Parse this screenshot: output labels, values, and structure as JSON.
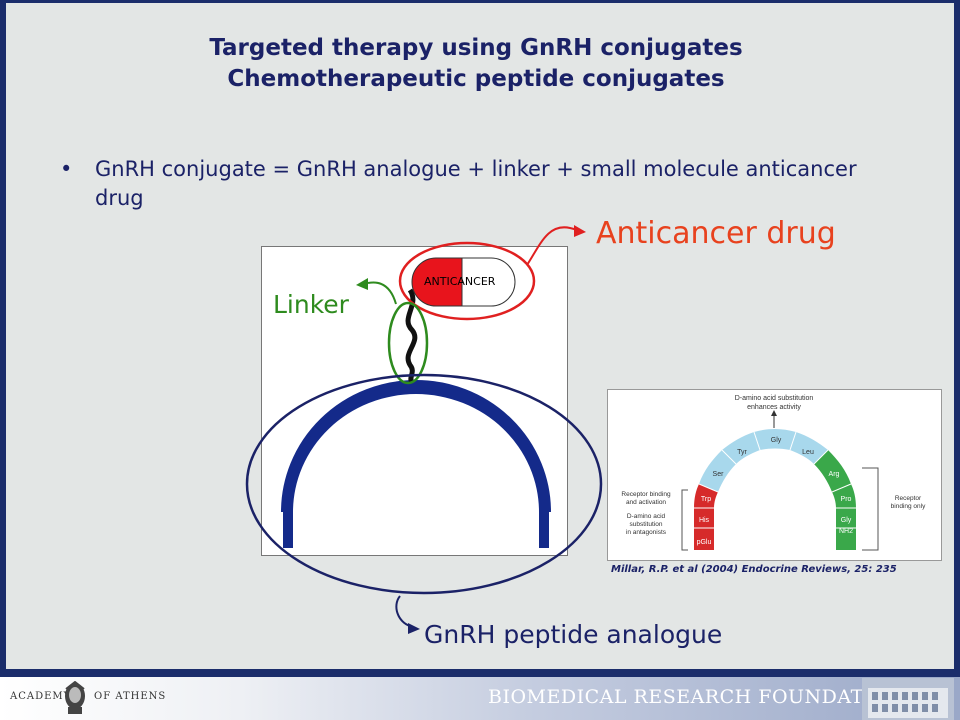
{
  "slide": {
    "title_line1": "Targeted therapy using GnRH conjugates",
    "title_line2": "Chemotherapeutic peptide conjugates",
    "bullet_marker": "•",
    "bullet_text": "GnRH conjugate = GnRH analogue + linker + small molecule anticancer drug"
  },
  "diagram": {
    "anticancer_label": "Anticancer drug",
    "linker_label": "Linker",
    "gnrh_label": "GnRH peptide analogue",
    "capsule_text": "ANTICANCER",
    "colors": {
      "drug": "#e8421e",
      "linker": "#2e8b1e",
      "peptide": "#1b2267",
      "capsule_red": "#e8141c",
      "arch": "#142a8a"
    }
  },
  "inset": {
    "top_note_line1": "D-amino acid substitution",
    "top_note_line2": "enhances activity",
    "residues": [
      "pGlu",
      "His",
      "Trp",
      "Ser",
      "Tyr",
      "Gly",
      "Leu",
      "Arg",
      "Pro",
      "Gly"
    ],
    "last_residue_sub": "NH2",
    "left_note_line1": "Receptor binding",
    "left_note_line2": "and activation",
    "left_note_line3": "D-amino acid",
    "left_note_line4": "substitution",
    "left_note_line5": "in antagonists",
    "right_note_line1": "Receptor",
    "right_note_line2": "binding only",
    "citation": "Millar, R.P. et al (2004) Endocrine Reviews, 25: 235"
  },
  "footer": {
    "academy": "ACADEMY",
    "athens": "OF ATHENS",
    "foundation": "BIOMEDICAL RESEARCH FOUNDATION"
  }
}
